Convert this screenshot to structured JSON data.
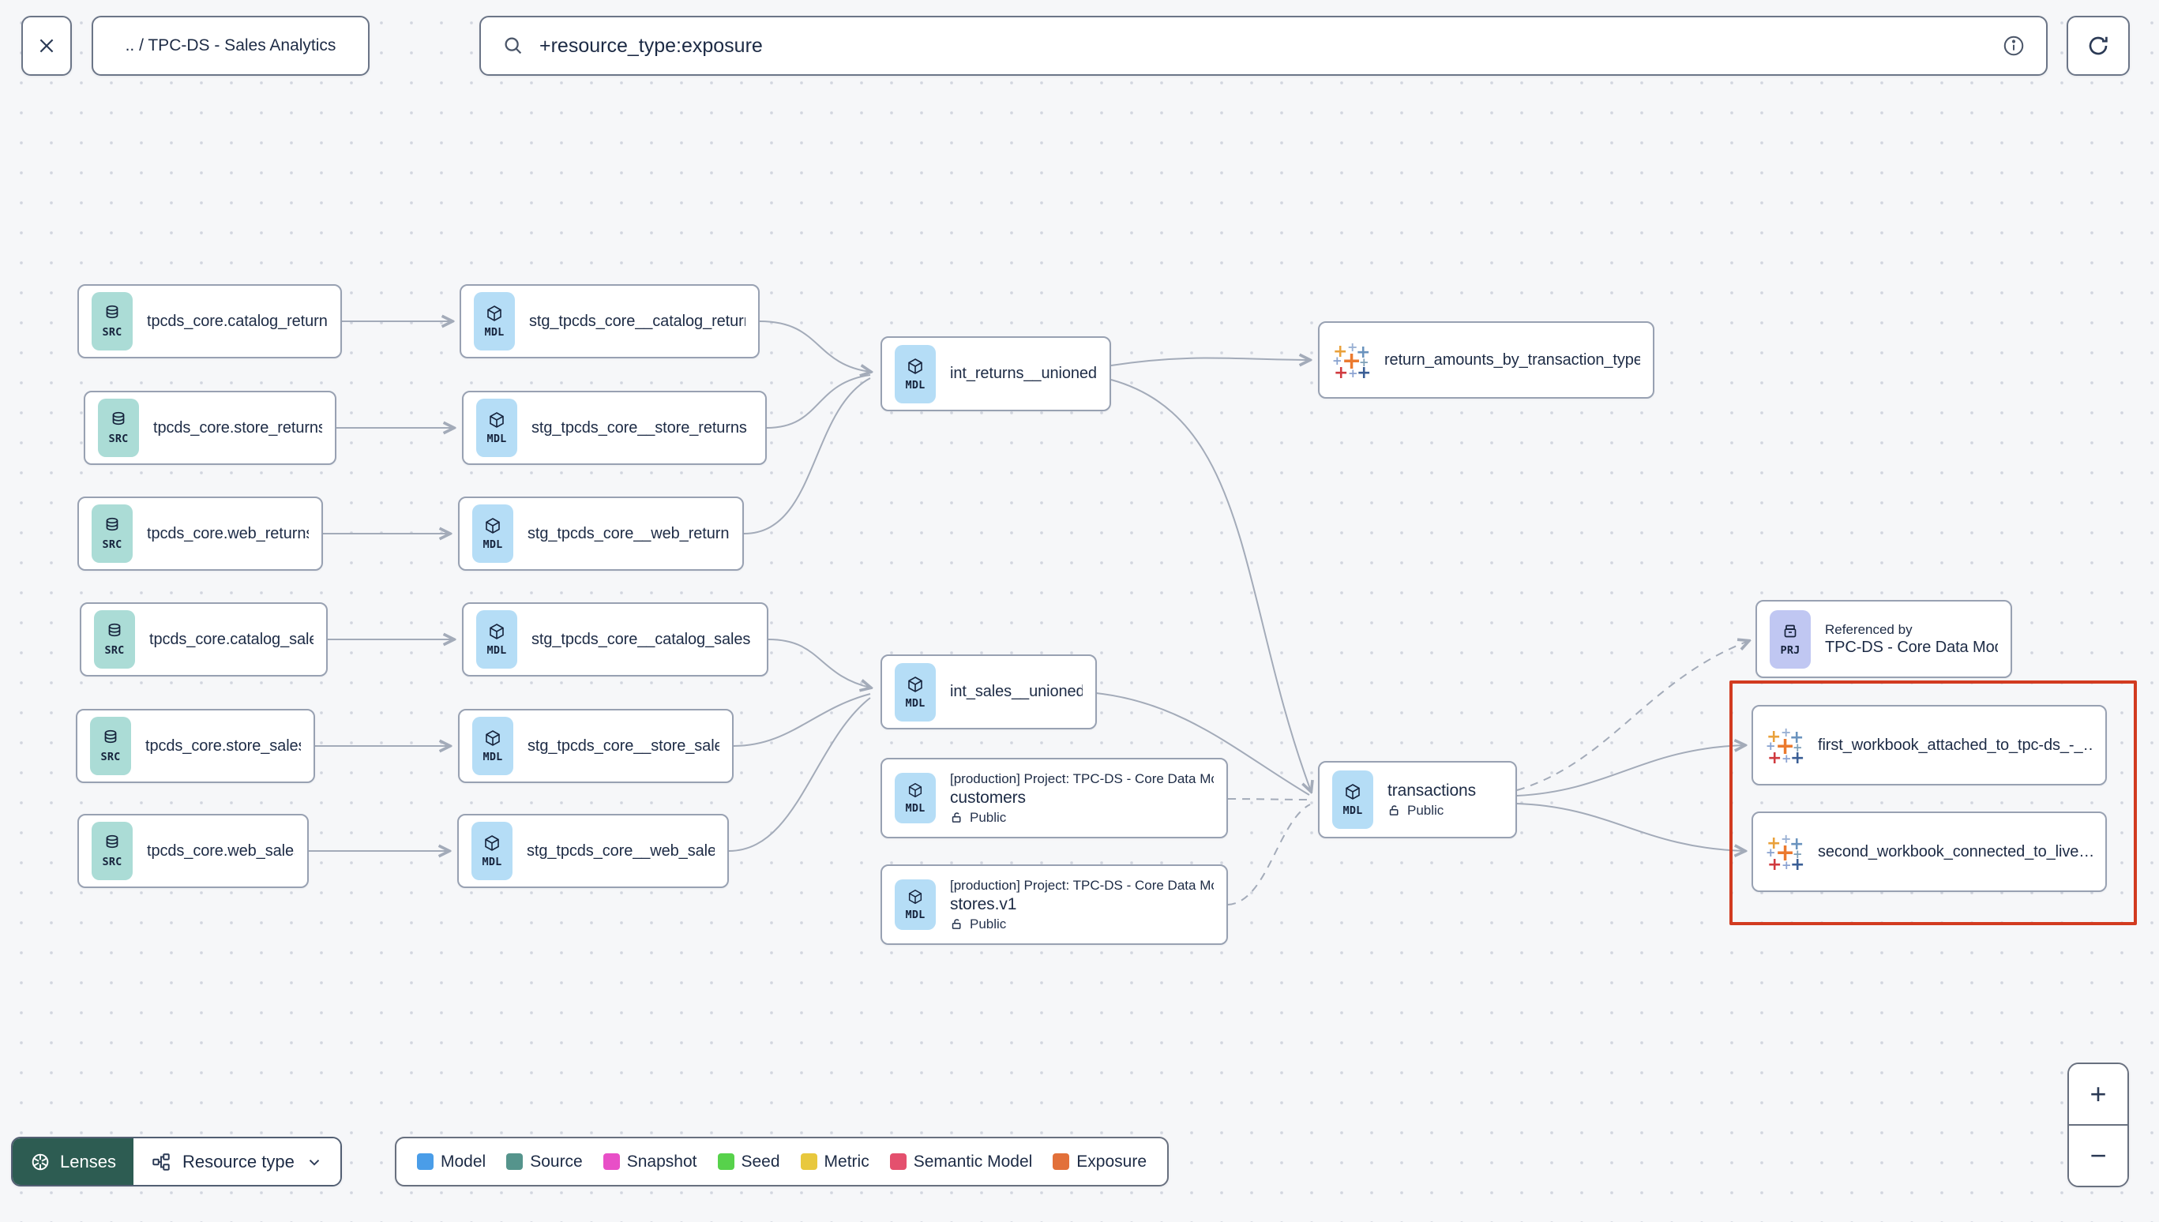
{
  "header": {
    "breadcrumb": ".. / TPC-DS - Sales Analytics",
    "search": {
      "value": "+resource_type:exposure"
    }
  },
  "graph": {
    "icon_tags": {
      "source": "SRC",
      "model": "MDL",
      "project": "PRJ"
    },
    "nodes": {
      "src_catalog_returns": {
        "title": "tpcds_core.catalog_returns"
      },
      "src_store_returns": {
        "title": "tpcds_core.store_returns"
      },
      "src_web_returns": {
        "title": "tpcds_core.web_returns"
      },
      "src_catalog_sales": {
        "title": "tpcds_core.catalog_sales"
      },
      "src_store_sales": {
        "title": "tpcds_core.store_sales"
      },
      "src_web_sales": {
        "title": "tpcds_core.web_sales"
      },
      "stg_catalog_returns": {
        "title": "stg_tpcds_core__catalog_returns"
      },
      "stg_store_returns": {
        "title": "stg_tpcds_core__store_returns"
      },
      "stg_web_returns": {
        "title": "stg_tpcds_core__web_returns"
      },
      "stg_catalog_sales": {
        "title": "stg_tpcds_core__catalog_sales"
      },
      "stg_store_sales": {
        "title": "stg_tpcds_core__store_sales"
      },
      "stg_web_sales": {
        "title": "stg_tpcds_core__web_sales"
      },
      "int_returns_unioned": {
        "title": "int_returns__unioned"
      },
      "int_sales_unioned": {
        "title": "int_sales__unioned"
      },
      "customers": {
        "subtitle": "[production] Project: TPC-DS - Core Data Mo…",
        "title": "customers",
        "access": "Public"
      },
      "stores": {
        "subtitle": "[production] Project: TPC-DS - Core Data Mo…",
        "title": "stores.v1",
        "access": "Public"
      },
      "transactions": {
        "title": "transactions",
        "access": "Public"
      },
      "return_amounts": {
        "title": "return_amounts_by_transaction_type"
      },
      "referenced_by": {
        "label": "Referenced by",
        "title": "TPC-DS - Core Data Models"
      },
      "workbook_1": {
        "title": "first_workbook_attached_to_tpc-ds_-_…"
      },
      "workbook_2": {
        "title": "second_workbook_connected_to_live…"
      }
    }
  },
  "legend": {
    "items": [
      {
        "label": "Model",
        "color": "#4a9de8"
      },
      {
        "label": "Source",
        "color": "#55948c"
      },
      {
        "label": "Snapshot",
        "color": "#e84fc7"
      },
      {
        "label": "Seed",
        "color": "#57d24b"
      },
      {
        "label": "Metric",
        "color": "#e8c83d"
      },
      {
        "label": "Semantic Model",
        "color": "#e4506e"
      },
      {
        "label": "Exposure",
        "color": "#e2703a"
      }
    ]
  },
  "toolbar": {
    "lenses_label": "Lenses",
    "resource_type_label": "Resource type"
  },
  "zoom_controls": {
    "zoom_in": "+",
    "zoom_out": "−"
  },
  "colors": {
    "selection_highlight": "#d23b20",
    "source_icon_bg": "#abdcd6",
    "model_icon_bg": "#b5ddf6",
    "project_icon_bg": "#c0c7f2",
    "lenses_bg": "#2d5c52",
    "edge": "#a3abb9"
  }
}
